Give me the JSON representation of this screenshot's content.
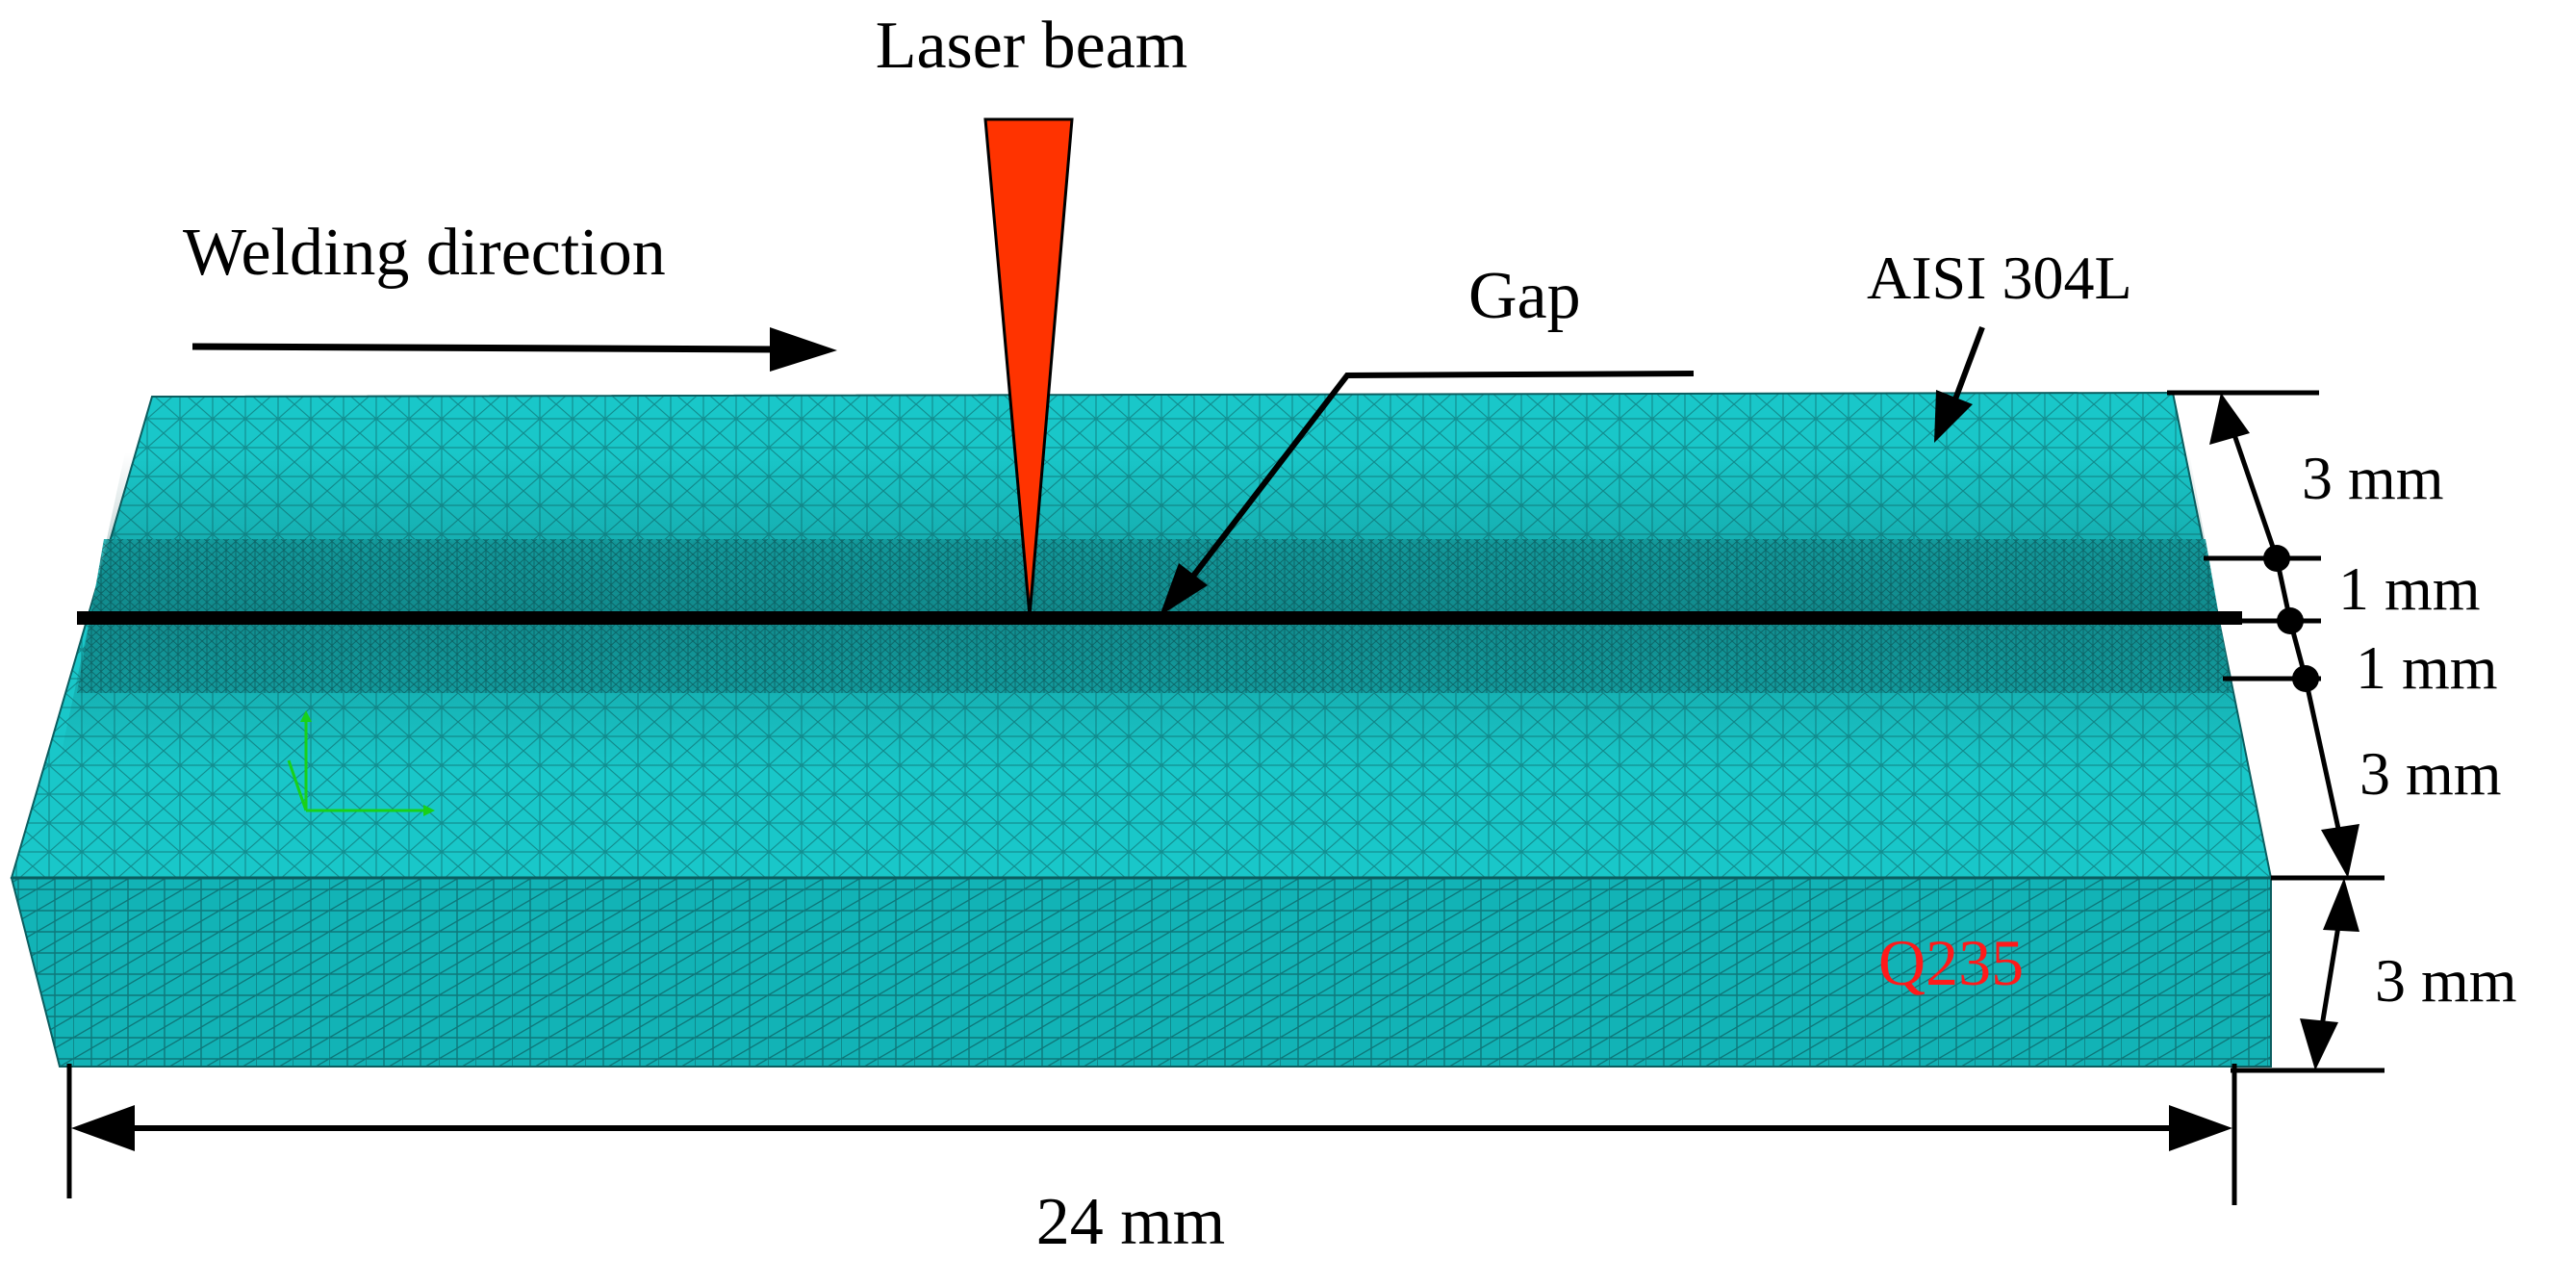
{
  "labels": {
    "laser": "Laser beam",
    "welding": "Welding direction",
    "gap": "Gap",
    "top_material": "AISI 304L",
    "bottom_material": "Q235",
    "dim_3mm_a": "3 mm",
    "dim_1mm_a": "1 mm",
    "dim_1mm_b": "1 mm",
    "dim_3mm_b": "3 mm",
    "dim_3mm_c": "3 mm",
    "dim_24mm": "24 mm"
  },
  "colors": {
    "mesh_fill": "#19c7c9",
    "mesh_fill_side": "#12b3b6",
    "mesh_line": "#0b5e60",
    "laser": "#ff3300",
    "q235_text": "#ff1a1a",
    "triad_green": "#18d11a",
    "line": "#000000"
  }
}
